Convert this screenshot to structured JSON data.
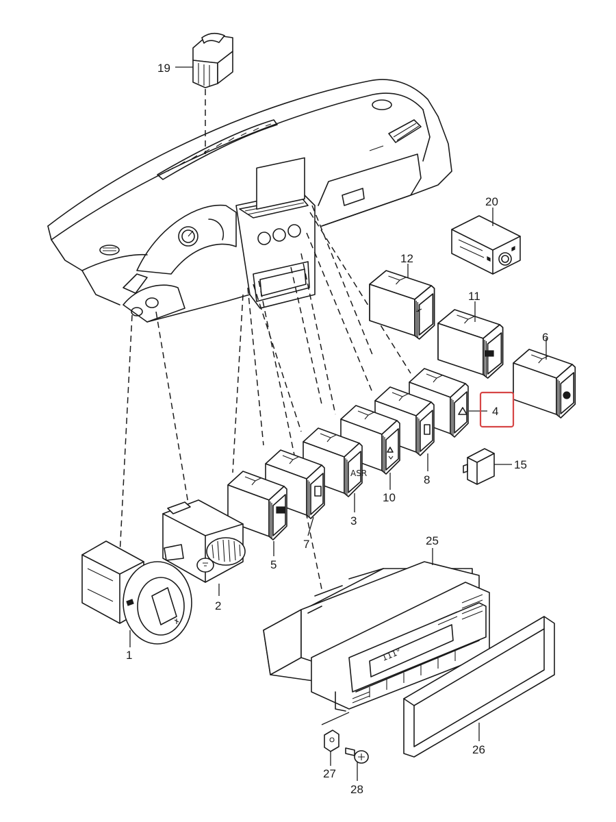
{
  "highlight_color": "#d64545",
  "line_color": "#1a1a1a",
  "labels": {
    "p1": "1",
    "p2": "2",
    "p3": "3",
    "p4": "4",
    "p5": "5",
    "p6": "6",
    "p7": "7",
    "p8": "8",
    "p10": "10",
    "p11": "11",
    "p12": "12",
    "p15": "15",
    "p19": "19",
    "p20": "20",
    "p25": "25",
    "p26": "26",
    "p27": "27",
    "p28": "28"
  },
  "highlighted_part": "4",
  "switch_symbols": {
    "asr": "ASR",
    "climate_display": "111°"
  }
}
